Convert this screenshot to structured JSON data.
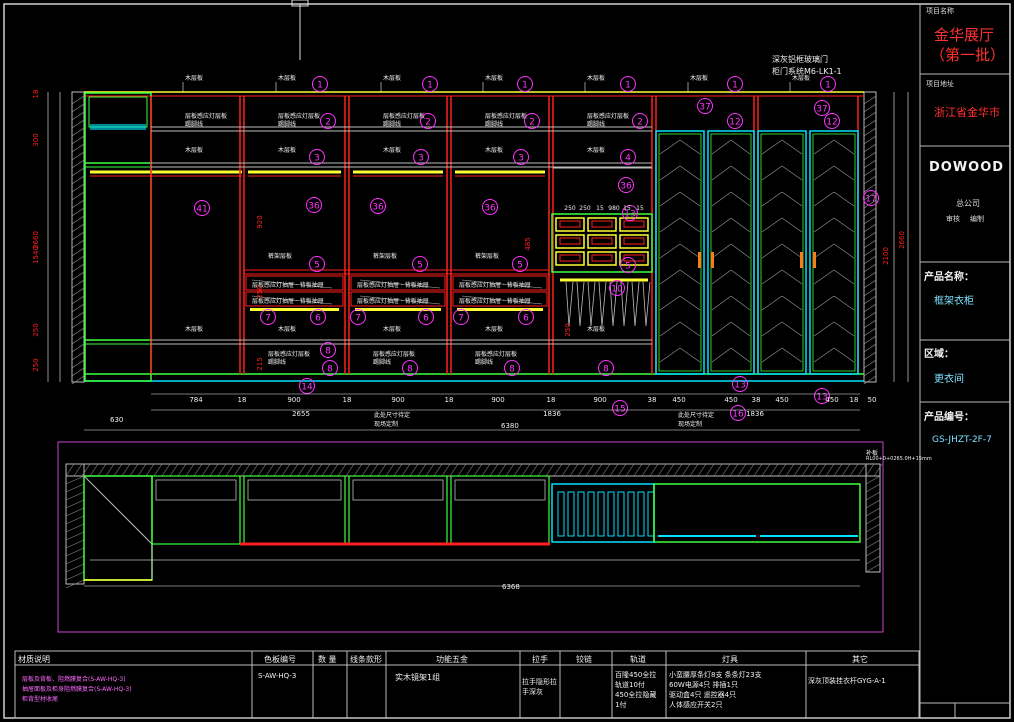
{
  "title_block": {
    "project_name_label": "项目名称",
    "project_name": "金华展厅",
    "project_batch": "（第一批）",
    "project_location_label": "项目地址",
    "project_location": "浙江省金华市",
    "brand_logo": "DOWOOD",
    "company": "总公司",
    "company_sub": [
      "审核",
      "编制"
    ],
    "product_name_label": "产品名称：",
    "product_name": "框架衣柜",
    "area_label": "区域：",
    "area": "更衣间",
    "product_code_label": "产品编号：",
    "product_code": "GS-JHZT-2F-7"
  },
  "elevation": {
    "top_note_1": "深灰铝框玻璃门",
    "top_note_2": "柜门系统M6-LK1-1",
    "height_dims_left": [
      "18",
      "300",
      "2660",
      "1540",
      "250",
      "250"
    ],
    "height_dims_right": [
      "2100",
      "2660"
    ],
    "shelf_labels": {
      "top": "木层板",
      "top2": "层板感应灯层板",
      "top2b": "踢脚线",
      "mid": "木层板",
      "pants": "裤架层板",
      "drawer": "层板感应灯抽屉 · 背板抽屉",
      "low": "层板感应灯层板",
      "lowb": "踢脚线"
    },
    "inner_dims": [
      "920",
      "250",
      "215",
      "250",
      "250",
      "485",
      "15",
      "980",
      "15",
      "15",
      "250"
    ],
    "bottom_dims_1": [
      "784",
      "18",
      "900",
      "18",
      "900",
      "18",
      "900",
      "18",
      "900",
      "38",
      "450",
      "450",
      "38",
      "450",
      "450",
      "18",
      "50"
    ],
    "bottom_dims_2": [
      "2655",
      "1836",
      "1836"
    ],
    "bottom_dim_total": "6380",
    "offset_dim": "630",
    "notes_below_1": "此处尺寸待定",
    "notes_below_2": "现场定制",
    "notes_below_3": "此处尺寸待定",
    "notes_below_4": "现场定制",
    "callouts": [
      "1",
      "2",
      "3",
      "4",
      "5",
      "6",
      "7",
      "8",
      "10",
      "12",
      "13",
      "14",
      "15",
      "16",
      "17",
      "36",
      "37",
      "41"
    ]
  },
  "plan": {
    "total_dim": "6368",
    "corner_note": "补板",
    "corner_note_2": "RL00+0+0265.0H+15mm"
  },
  "schedule": {
    "headers": [
      "材质说明",
      "色板编号",
      "数 量",
      "线条款形",
      "功能五金",
      "拉手",
      "铰链",
      "轨道",
      "灯具",
      "其它"
    ],
    "material_lines": [
      "层板及背板、阻燃膜复合(S-AW-HQ-3)",
      "抽屉面板及柜身阻燃膜复合(S-AW-HQ-3)",
      "柜背型材收尾"
    ],
    "color_code": "S-AW-HQ-3",
    "hardware": "实木镜架1组",
    "handle": "拉手隐形拉手深灰",
    "rail_lines": [
      "百隆450全拉",
      "轨道10付",
      "450全拉隐藏",
      "1付"
    ],
    "lighting_lines": [
      "小蛮腰厚条灯8支 条条灯23支",
      "60W电源4只 排插1只",
      "驱动盒4只 遥控器4只",
      "人体感应开关2只"
    ],
    "other": "深灰顶装挂衣杆GYG-A-1"
  },
  "colors": {
    "panel_red": "#ff1f1f",
    "panel_green": "#3dff3d",
    "panel_cyan": "#00e0ff",
    "panel_yellow": "#ffff33",
    "callout_magenta": "#ff33ff",
    "dim_white": "#f0f0f0",
    "frame_grey": "#bdbdbd",
    "background": "#000000"
  }
}
